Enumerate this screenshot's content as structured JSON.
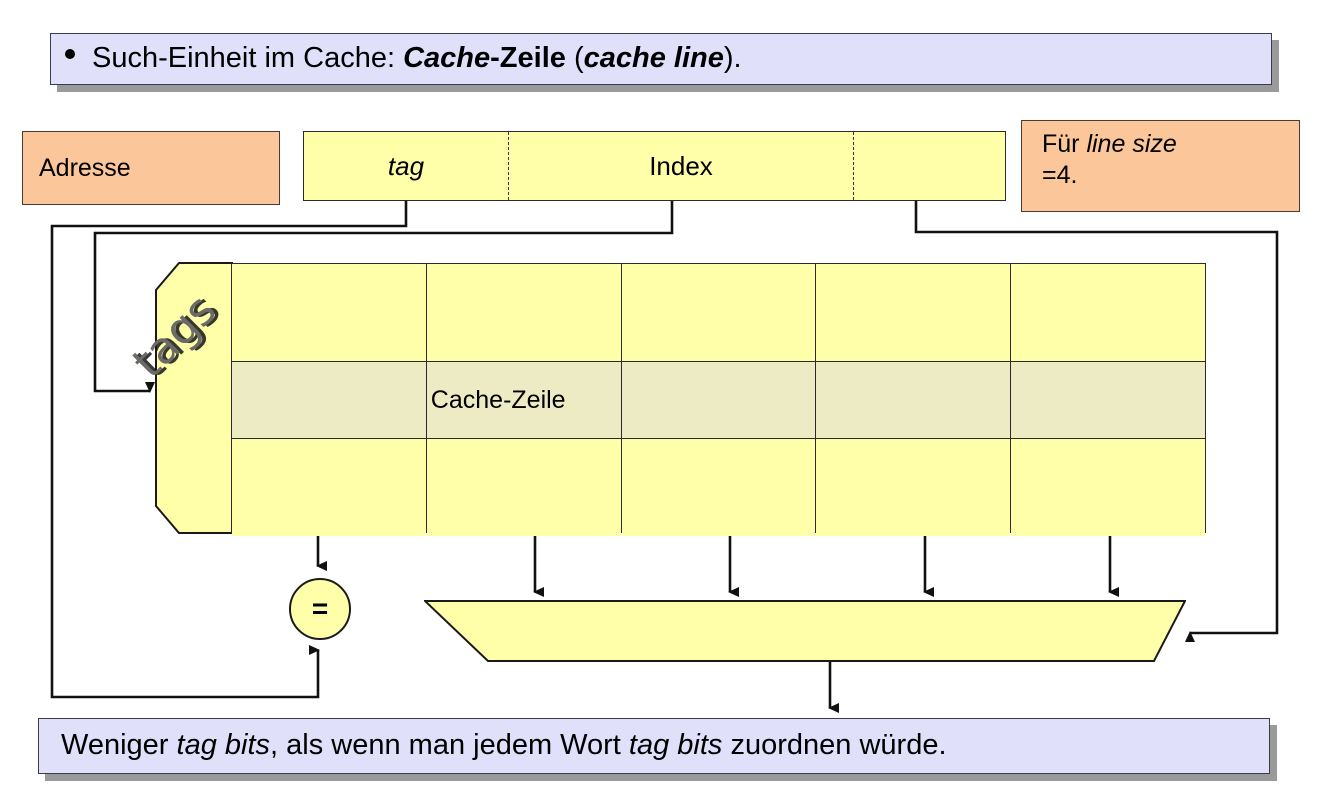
{
  "slide": {
    "header": {
      "bullet_icon": "bullet-dot",
      "text_plain_1": "Such-Einheit im Cache: ",
      "text_bold_italic": "Cache",
      "text_bold": "-Zeile",
      "text_plain_2": " (",
      "text_bold_italic_2": "cache line",
      "text_plain_3": ")."
    },
    "footer": {
      "text_1": "Weniger ",
      "italic_1": "tag bits",
      "text_2": ", als wenn man jedem Wort ",
      "italic_2": "tag bits",
      "text_3": " zuordnen würde."
    }
  },
  "diagram": {
    "address_label": "Adresse",
    "address_field": {
      "segments": [
        {
          "name": "tag",
          "label": "tag",
          "style": "italic"
        },
        {
          "name": "index",
          "label": "Index",
          "style": "normal"
        },
        {
          "name": "offset",
          "label": "",
          "style": "normal"
        }
      ]
    },
    "note": {
      "text_1": "Für ",
      "italic": "line size",
      "text_2": "=4."
    },
    "tag_store_label": "tags",
    "cache_line_label": "Cache-Zeile",
    "comparator_symbol": "=",
    "grid": {
      "columns": 5,
      "rows": 3,
      "highlight_row_index": 1,
      "cells": [
        [
          "",
          "",
          "",
          "",
          ""
        ],
        [
          "",
          "",
          "",
          "",
          ""
        ],
        [
          "",
          "",
          "",
          "",
          ""
        ]
      ]
    }
  },
  "colors": {
    "banner_fill": "#E0E0FA",
    "banner_shadow": "#9A9A9A",
    "orange_fill": "#FBC79A",
    "yellow_fill": "#FFFFAA",
    "highlight_fill": "#EDEBC4",
    "line_stroke": "#1A1A1A",
    "tags_text": "#6A6A66"
  }
}
